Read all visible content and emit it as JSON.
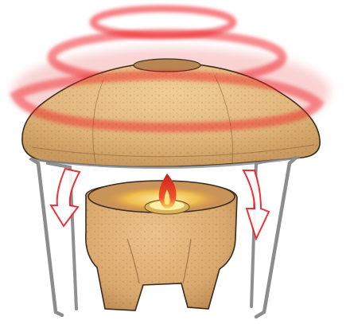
{
  "illustration": {
    "subject": "terracotta-heater",
    "parts": [
      "heat-rings",
      "clay-dome",
      "wire-stand",
      "clay-pot",
      "candle-flame",
      "down-arrows"
    ],
    "colors": {
      "background": "#ffffff",
      "heat": "#ee1c24",
      "clay": "#e2b77d",
      "clay_shadow": "#c4915a",
      "metal": "#8f8f8f",
      "flame": "#e8432a",
      "glow": "#f6c54a",
      "arrow": "#ffffff"
    }
  }
}
